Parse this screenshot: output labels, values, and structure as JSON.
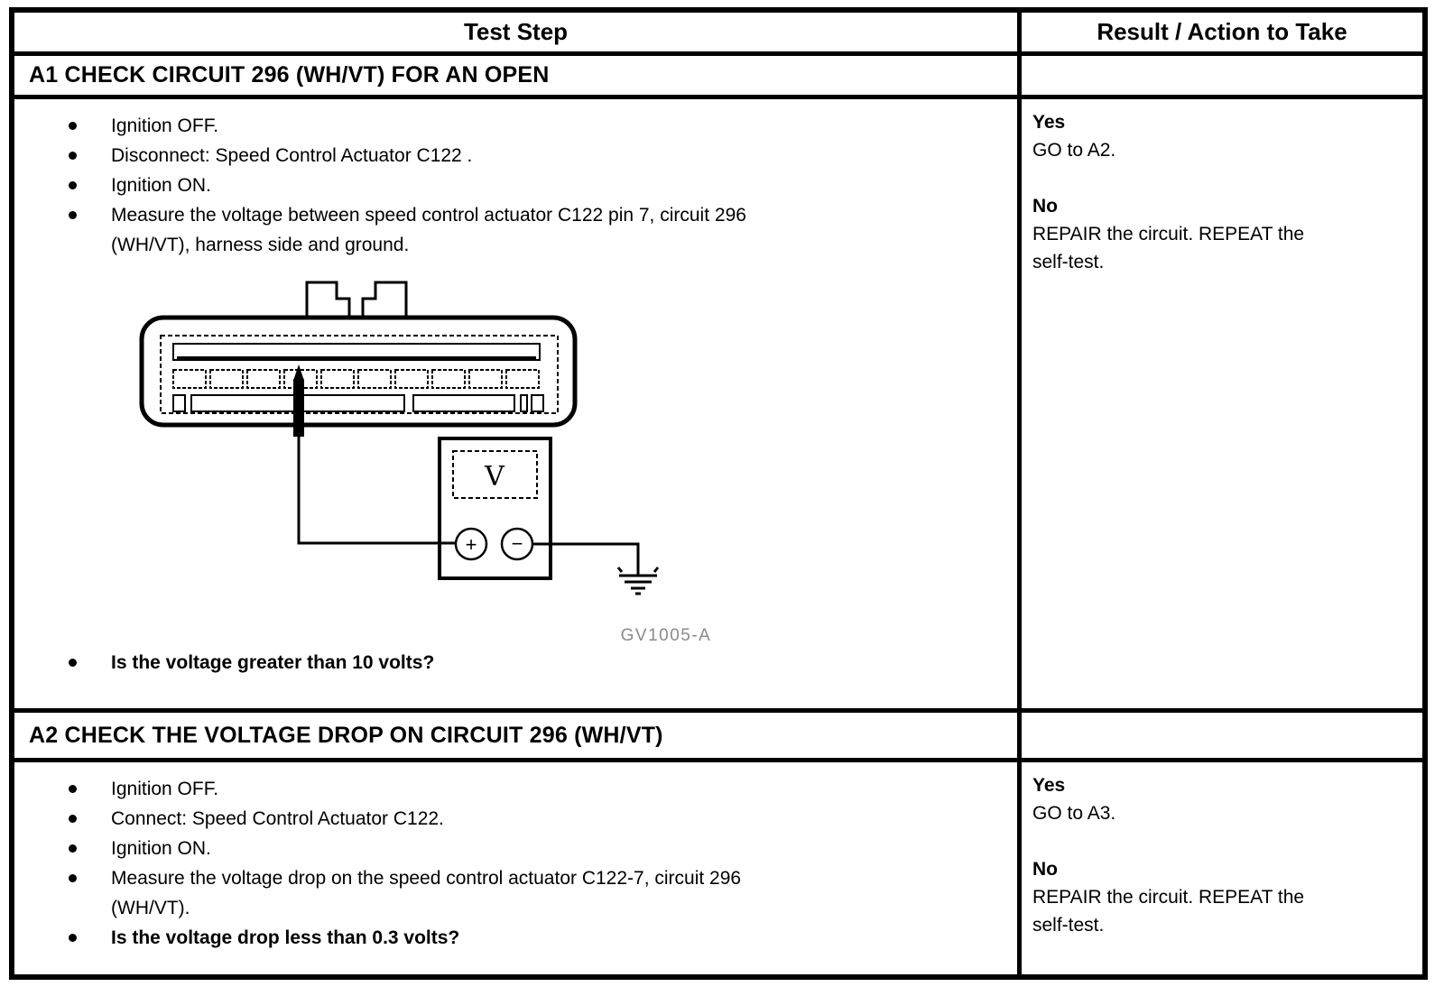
{
  "colors": {
    "ink": "#000000",
    "paper": "#ffffff",
    "figure_label_gray": "#8a8a8a"
  },
  "table": {
    "header": {
      "test_step": "Test Step",
      "result_action": "Result / Action to Take"
    },
    "steps": [
      {
        "title": "A1 CHECK CIRCUIT 296 (WH/VT) FOR AN OPEN",
        "bullets": [
          "Ignition OFF.",
          "Disconnect: Speed Control Actuator C122 .",
          "Ignition ON.",
          "Measure the voltage between speed control actuator C122 pin 7, circuit 296\n(WH/VT), harness side and ground."
        ],
        "question": "Is the voltage greater than 10 volts?",
        "figure": {
          "label": "GV1005-A",
          "meter_display": "V",
          "positive_terminal": "+",
          "negative_terminal": "−"
        },
        "result": {
          "yes_label": "Yes",
          "yes_action": "GO to A2.",
          "no_label": "No",
          "no_action": "REPAIR the circuit. REPEAT the\nself-test."
        }
      },
      {
        "title": "A2 CHECK THE VOLTAGE DROP ON CIRCUIT 296 (WH/VT)",
        "bullets": [
          "Ignition OFF.",
          "Connect: Speed Control Actuator C122.",
          "Ignition ON.",
          "Measure the voltage drop on the speed control actuator C122-7, circuit 296\n(WH/VT)."
        ],
        "question": "Is the voltage drop less than 0.3 volts?",
        "result": {
          "yes_label": "Yes",
          "yes_action": "GO to A3.",
          "no_label": "No",
          "no_action": "REPAIR the circuit. REPEAT the\nself-test."
        }
      }
    ]
  }
}
